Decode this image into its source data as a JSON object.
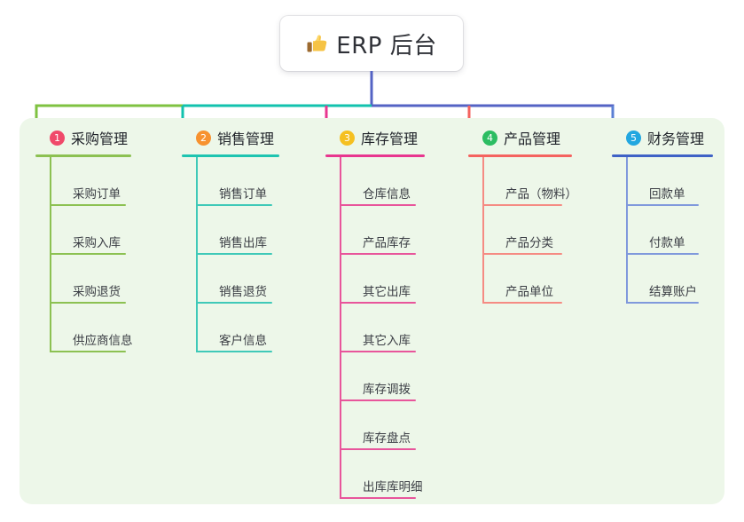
{
  "root": {
    "icon": "thumbs-up-emoji",
    "title": "ERP 后台"
  },
  "colors": {
    "panel_bg": "#edf7e9",
    "page_bg": "#ffffff",
    "root_trunk": "#5463c4",
    "branch_green": "#7fc241",
    "branch_teal": "#12c2ae",
    "branch_blue": "#5463c4",
    "drop_green": "#7fc241",
    "drop_teal": "#12c2ae",
    "drop_pink": "#e8368f",
    "drop_red": "#f4635f",
    "drop_blue": "#5b7fd4"
  },
  "columns": [
    {
      "index": "1",
      "title": "采购管理",
      "badge_color": "#f0496a",
      "rule_color": "#8cc152",
      "line_color": "#8cc152",
      "items": [
        {
          "label": "采购订单"
        },
        {
          "label": "采购入库"
        },
        {
          "label": "采购退货"
        },
        {
          "label": "供应商信息"
        }
      ]
    },
    {
      "index": "2",
      "title": "销售管理",
      "badge_color": "#f7922f",
      "rule_color": "#1ec4b0",
      "line_color": "#3fc9b8",
      "items": [
        {
          "label": "销售订单"
        },
        {
          "label": "销售出库"
        },
        {
          "label": "销售退货"
        },
        {
          "label": "客户信息"
        }
      ]
    },
    {
      "index": "3",
      "title": "库存管理",
      "badge_color": "#f5c021",
      "rule_color": "#e8368f",
      "line_color": "#e8559b",
      "items": [
        {
          "label": "仓库信息"
        },
        {
          "label": "产品库存"
        },
        {
          "label": "其它出库"
        },
        {
          "label": "其它入库"
        },
        {
          "label": "库存调拨"
        },
        {
          "label": "库存盘点"
        },
        {
          "label": "出库库明细"
        }
      ]
    },
    {
      "index": "4",
      "title": "产品管理",
      "badge_color": "#2cbd62",
      "rule_color": "#f4635f",
      "line_color": "#f58b83",
      "items": [
        {
          "label": "产品（物料）"
        },
        {
          "label": "产品分类"
        },
        {
          "label": "产品单位"
        }
      ]
    },
    {
      "index": "5",
      "title": "财务管理",
      "badge_color": "#22a7e0",
      "rule_color": "#3f62c6",
      "line_color": "#8099dc",
      "items": [
        {
          "label": "回款单"
        },
        {
          "label": "付款单"
        },
        {
          "label": "结算账户"
        }
      ]
    }
  ]
}
